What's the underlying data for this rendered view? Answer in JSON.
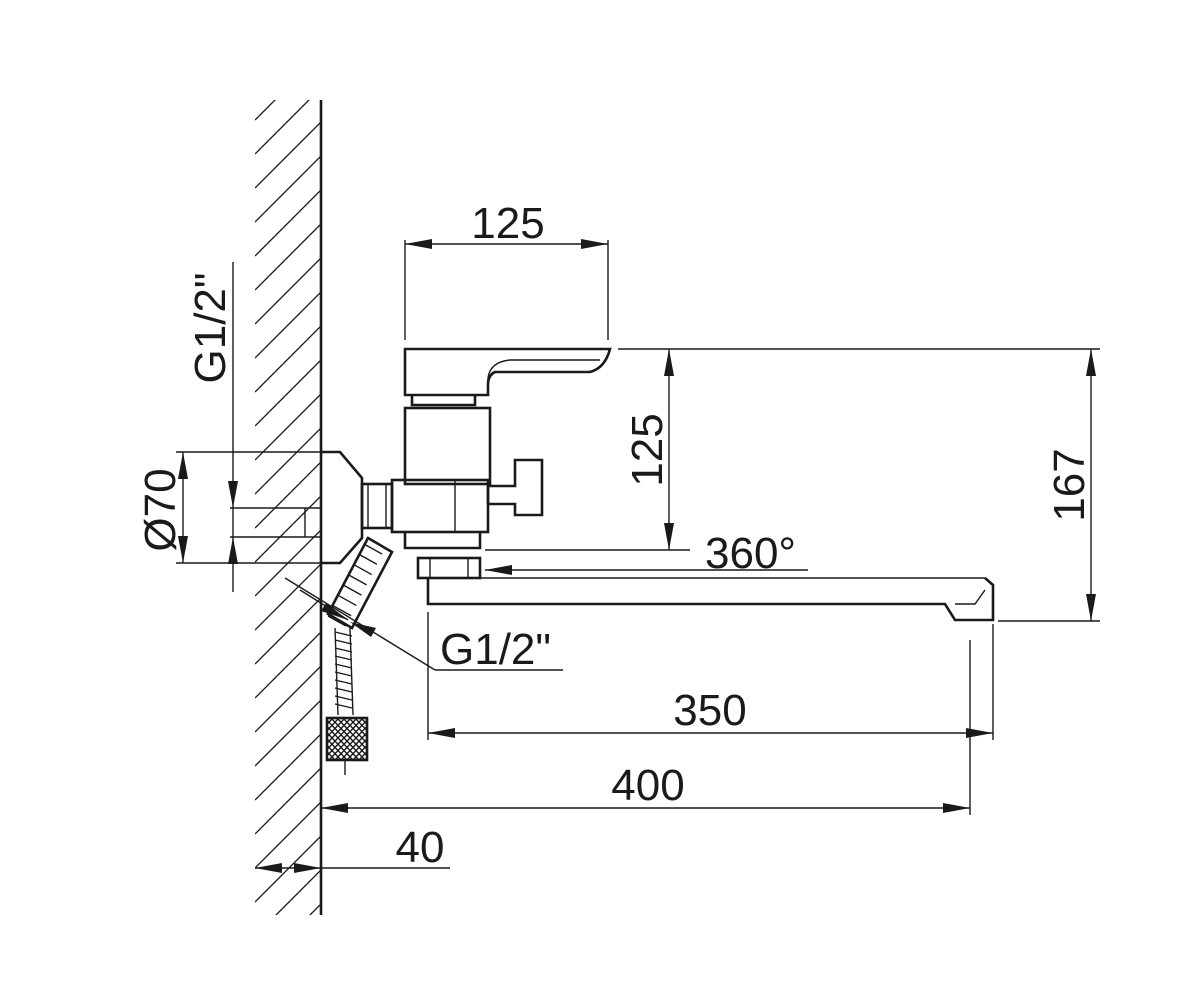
{
  "dimensions": {
    "handle_width": "125",
    "handle_height": "125",
    "overall_height": "167",
    "flange_diameter": "Ø70",
    "thread_top": "G1/2\"",
    "thread_hose": "G1/2\"",
    "rotation": "360°",
    "spout_reach": "350",
    "total_reach": "400",
    "wall_offset": "40"
  }
}
